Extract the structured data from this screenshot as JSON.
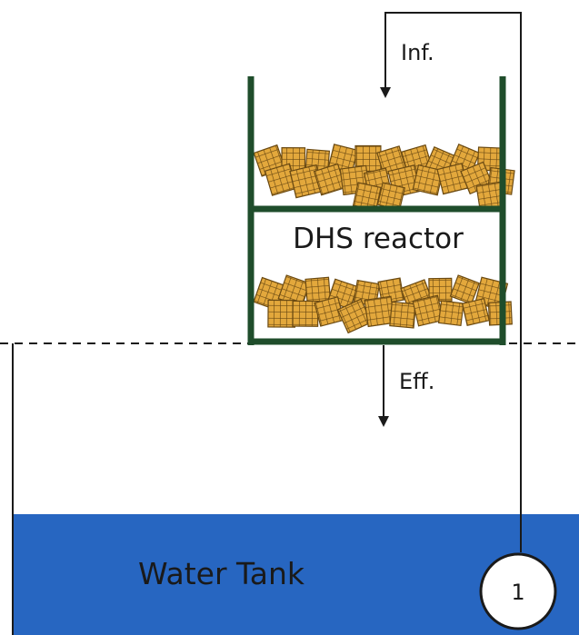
{
  "labels": {
    "influent": "Inf.",
    "effluent": "Eff.",
    "reactor": "DHS reactor",
    "tank": "Water Tank",
    "pump": "1"
  },
  "colors": {
    "reactor_frame": "#1f4d2b",
    "sponge_fill": "#e3a83c",
    "sponge_grid": "#6b4a12",
    "water": "#2766c1",
    "line": "#1a1a1a"
  }
}
